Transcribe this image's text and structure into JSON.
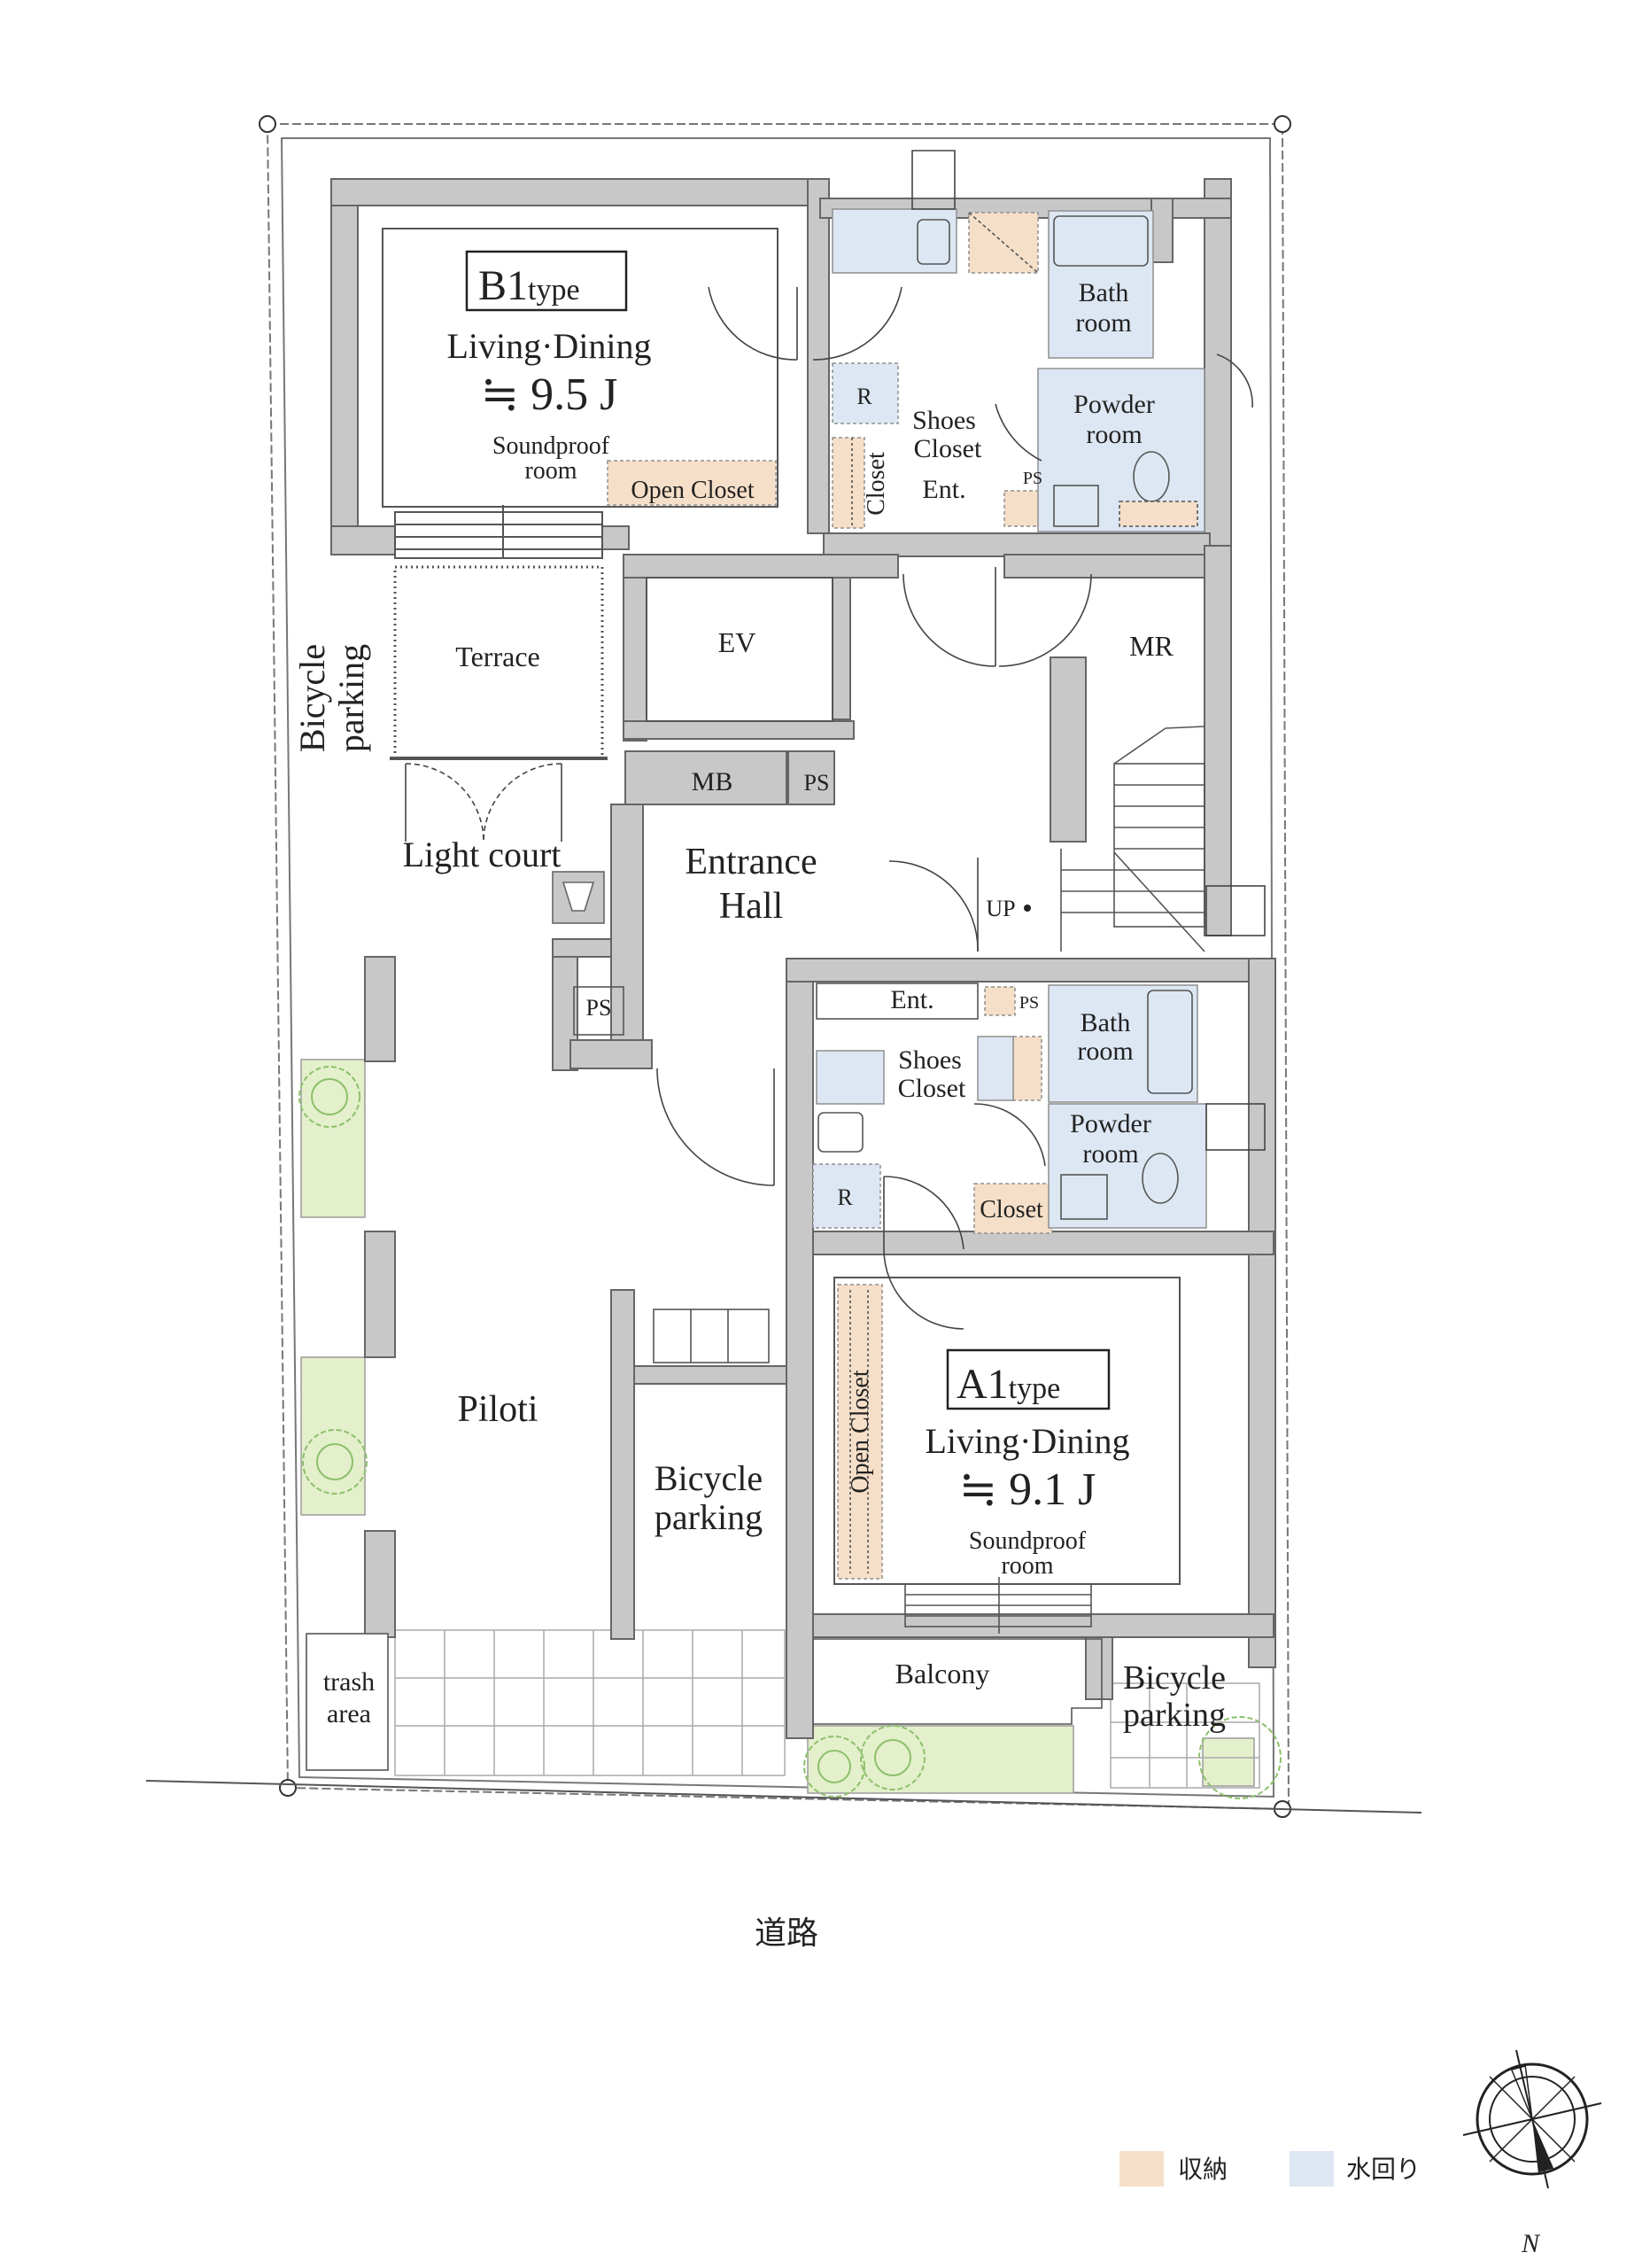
{
  "units": {
    "b1": {
      "type_prefix": "B1",
      "type_suffix": "type",
      "living": "Living·Dining",
      "area": "≒ 9.5 J",
      "soundproof": "Soundproof",
      "room": "room",
      "open_closet": "Open Closet",
      "shoes": "Shoes",
      "closet_word": "Closet",
      "closet_vertical": "Closet",
      "ent": "Ent.",
      "bath": "Bath",
      "bath_room": "room",
      "powder": "Powder",
      "powder_room": "room",
      "r": "R",
      "ps": "PS"
    },
    "a1": {
      "type_prefix": "A1",
      "type_suffix": "type",
      "living": "Living·Dining",
      "area": "≒ 9.1 J",
      "soundproof": "Soundproof",
      "room": "room",
      "open_closet_vertical": "Open Closet",
      "shoes": "Shoes",
      "closet_word": "Closet",
      "closet": "Closet",
      "ent": "Ent.",
      "bath": "Bath",
      "bath_room": "room",
      "powder": "Powder",
      "powder_room": "room",
      "r": "R",
      "ps": "PS",
      "balcony": "Balcony"
    }
  },
  "common": {
    "terrace": "Terrace",
    "light_court": "Light court",
    "ev": "EV",
    "mr": "MR",
    "mb": "MB",
    "ps": "PS",
    "ps2": "PS",
    "entrance": "Entrance",
    "hall": "Hall",
    "up": "UP",
    "piloti": "Piloti",
    "bike_left_1": "Bicycle",
    "bike_left_2": "parking",
    "bike_center_1": "Bicycle",
    "bike_center_2": "parking",
    "bike_right_1": "Bicycle",
    "bike_right_2": "parking",
    "trash_1": "trash",
    "trash_2": "area"
  },
  "road": "道路",
  "legend": [
    {
      "label": "収納",
      "color": "#f6dfc8"
    },
    {
      "label": "水回り",
      "color": "#dde7f3"
    }
  ],
  "compass": "N",
  "colors": {
    "wall": "#c8c8c8",
    "wall_stroke": "#666666",
    "storage": "#f6dfc8",
    "wet": "#dde7f3",
    "green": "#e4efcc",
    "tree": "#8cc06a",
    "line": "#444444"
  }
}
